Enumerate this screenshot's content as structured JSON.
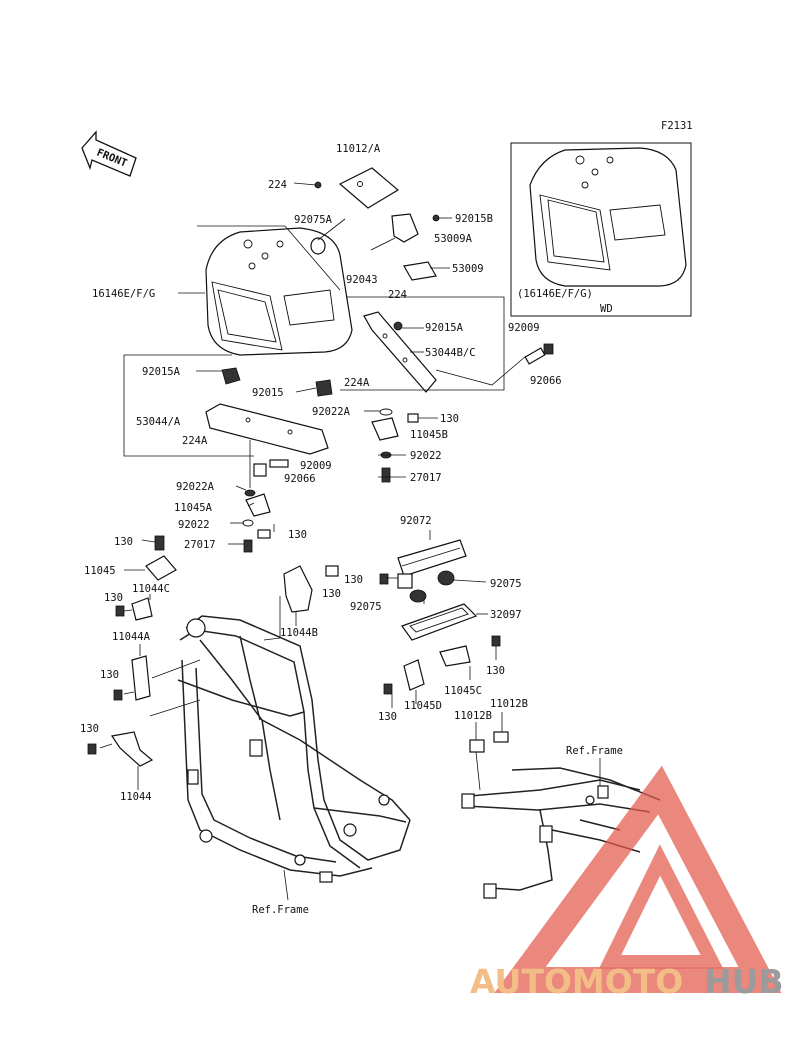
{
  "figure_code": "F2131",
  "front_label": "FRONT",
  "inset": {
    "part_label": "(16146E/F/G)",
    "variant_label": "WD"
  },
  "callouts": [
    {
      "id": "c1",
      "text": "11012/A"
    },
    {
      "id": "c2",
      "text": "224"
    },
    {
      "id": "c3",
      "text": "92075A"
    },
    {
      "id": "c4",
      "text": "92015B"
    },
    {
      "id": "c5",
      "text": "53009A"
    },
    {
      "id": "c6",
      "text": "92043"
    },
    {
      "id": "c7",
      "text": "53009"
    },
    {
      "id": "c8",
      "text": "224"
    },
    {
      "id": "c9",
      "text": "16146E/F/G"
    },
    {
      "id": "c10",
      "text": "92015A"
    },
    {
      "id": "c11",
      "text": "53044B/C"
    },
    {
      "id": "c12",
      "text": "92009"
    },
    {
      "id": "c13",
      "text": "92066"
    },
    {
      "id": "c14",
      "text": "92015A"
    },
    {
      "id": "c15",
      "text": "92015"
    },
    {
      "id": "c16",
      "text": "224A"
    },
    {
      "id": "c17",
      "text": "92022A"
    },
    {
      "id": "c18",
      "text": "130"
    },
    {
      "id": "c19",
      "text": "11045B"
    },
    {
      "id": "c20",
      "text": "53044/A"
    },
    {
      "id": "c21",
      "text": "224A"
    },
    {
      "id": "c22",
      "text": "92022"
    },
    {
      "id": "c23",
      "text": "27017"
    },
    {
      "id": "c24",
      "text": "92009"
    },
    {
      "id": "c25",
      "text": "92066"
    },
    {
      "id": "c26",
      "text": "92022A"
    },
    {
      "id": "c27",
      "text": "11045A"
    },
    {
      "id": "c28",
      "text": "92022"
    },
    {
      "id": "c29",
      "text": "130"
    },
    {
      "id": "c30",
      "text": "27017"
    },
    {
      "id": "c31",
      "text": "130"
    },
    {
      "id": "c32",
      "text": "11045"
    },
    {
      "id": "c33",
      "text": "11044C"
    },
    {
      "id": "c34",
      "text": "130"
    },
    {
      "id": "c35",
      "text": "11044A"
    },
    {
      "id": "c36",
      "text": "130"
    },
    {
      "id": "c37",
      "text": "130"
    },
    {
      "id": "c38",
      "text": "11044"
    },
    {
      "id": "c39",
      "text": "130"
    },
    {
      "id": "c40",
      "text": "11044B"
    },
    {
      "id": "c41",
      "text": "92072"
    },
    {
      "id": "c42",
      "text": "130"
    },
    {
      "id": "c43",
      "text": "92075"
    },
    {
      "id": "c44",
      "text": "92075"
    },
    {
      "id": "c45",
      "text": "32097"
    },
    {
      "id": "c46",
      "text": "130"
    },
    {
      "id": "c47",
      "text": "11045C"
    },
    {
      "id": "c48",
      "text": "130"
    },
    {
      "id": "c49",
      "text": "11045D"
    },
    {
      "id": "c50",
      "text": "11012B"
    },
    {
      "id": "c51",
      "text": "11012B"
    },
    {
      "id": "c52",
      "text": "Ref.Frame"
    },
    {
      "id": "c53",
      "text": "Ref.Frame"
    }
  ],
  "watermark": {
    "text_colored": "AUTOMOTO",
    "text_gray": "HUB",
    "accent_color": "#e25b4e",
    "text_color": "#f2b273",
    "gray_color": "#8a8a8a"
  }
}
